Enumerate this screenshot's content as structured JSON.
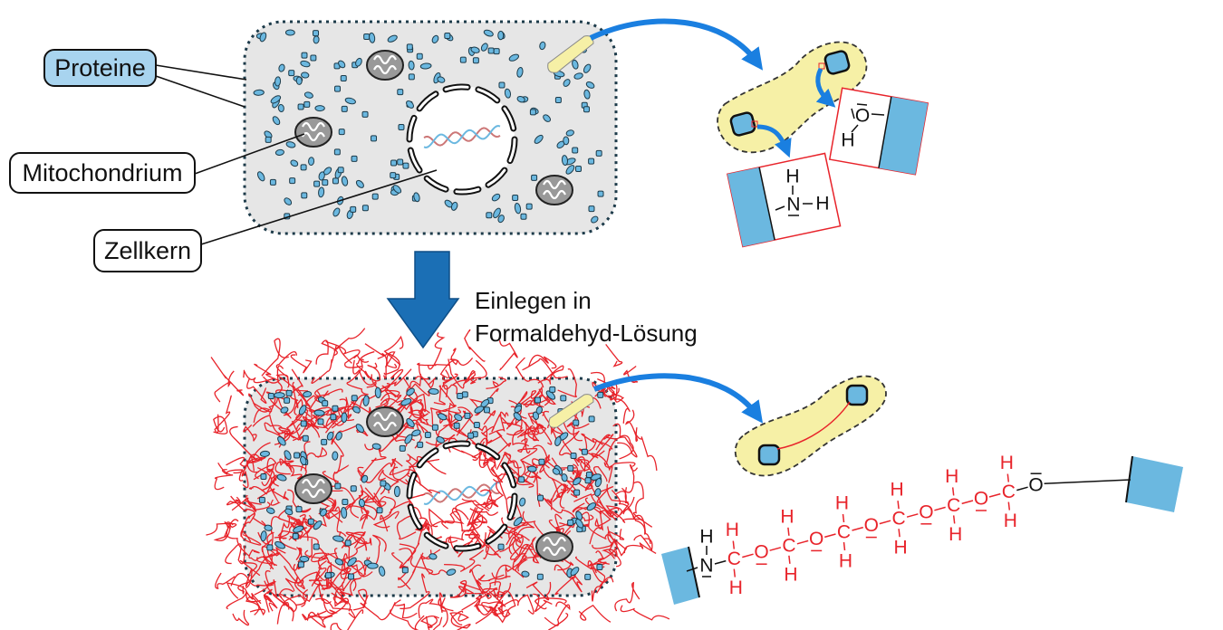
{
  "labels": {
    "proteins": "Proteine",
    "mitochondrion": "Mitochondrium",
    "nucleus": "Zellkern"
  },
  "caption": {
    "line1": "Einlegen in",
    "line2": "Formaldehyd-Lösung"
  },
  "before": {
    "amine_group": {
      "top_h": "H",
      "n": "N",
      "right_h": "H"
    },
    "hydroxyl_group": {
      "o": "O",
      "h": "H"
    }
  },
  "crosslink_chain": {
    "start_n": "N",
    "start_h": "H",
    "backbone": [
      "C",
      "O",
      "C",
      "O",
      "C",
      "O",
      "C",
      "O",
      "C",
      "O",
      "C"
    ],
    "end_o": "O",
    "hydrogen": "H"
  },
  "colors": {
    "protein_blue": "#6bb8e0",
    "arrow_blue": "#1a7fe0",
    "big_arrow": "#1b6fb5",
    "crosslink_red": "#e8242b",
    "cell_fill": "#e6e6e6",
    "highlight_yellow": "#f6f0a6"
  }
}
